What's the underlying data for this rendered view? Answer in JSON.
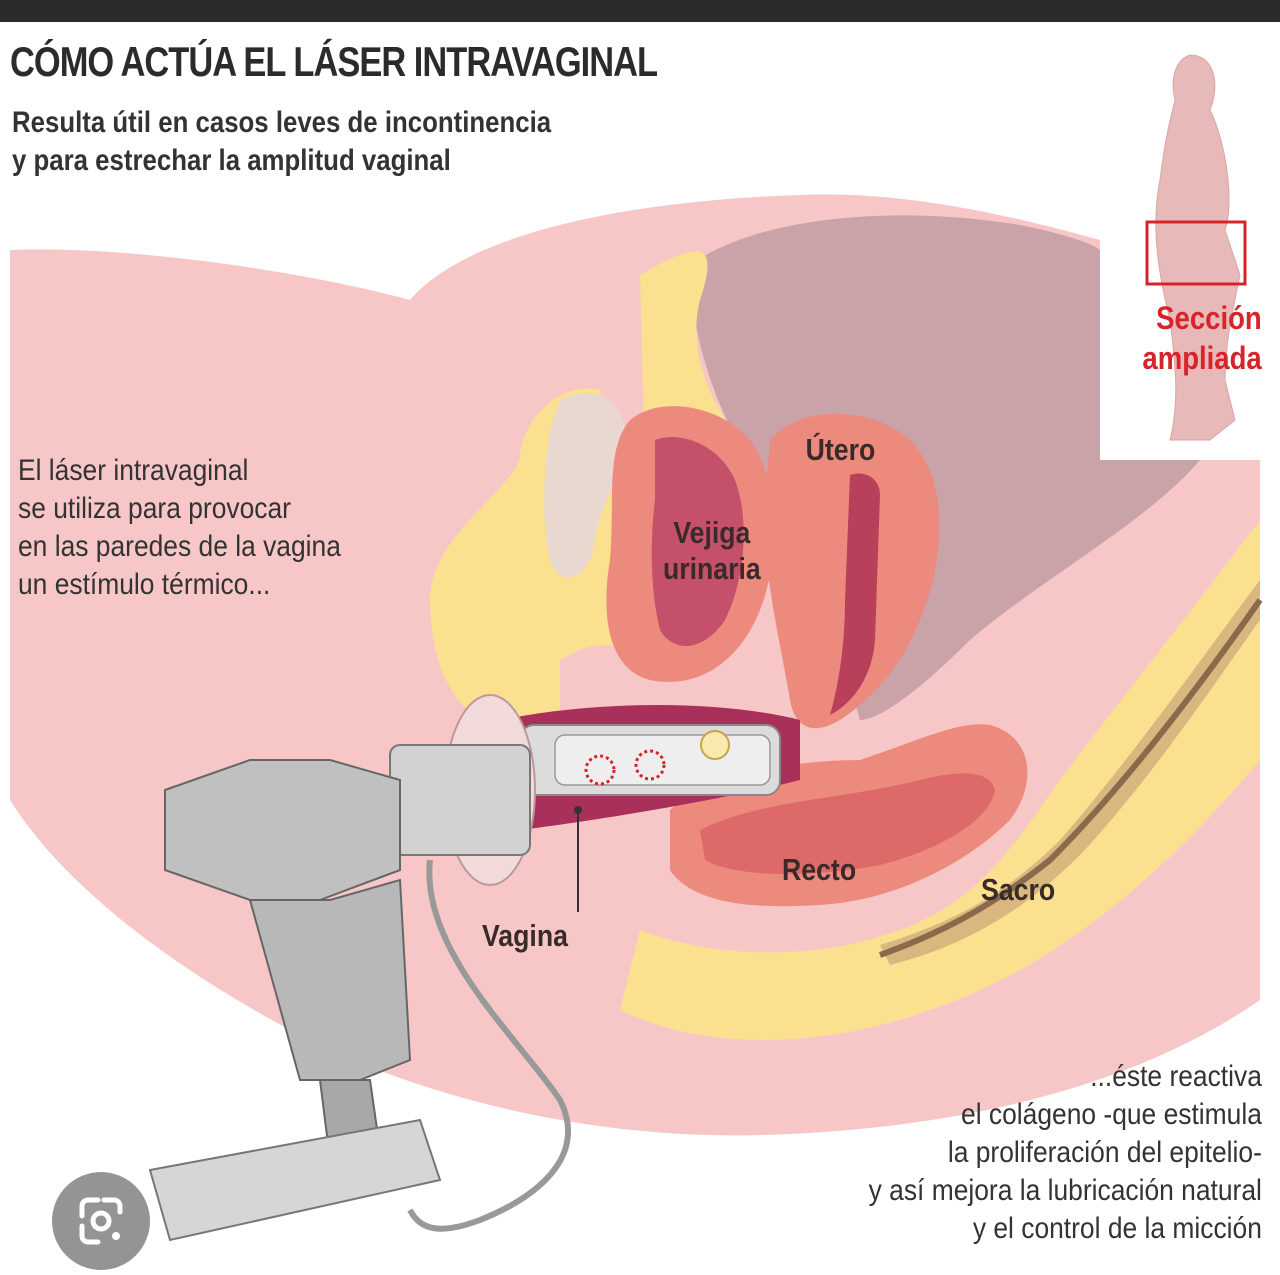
{
  "header": {
    "title": "CÓMO ACTÚA EL LÁSER INTRAVAGINAL",
    "subtitle": [
      "Resulta útil en casos leves de incontinencia",
      "y para estrechar la amplitud vaginal"
    ]
  },
  "inset": {
    "label": [
      "Sección",
      "ampliada"
    ]
  },
  "left_text": [
    "El láser intravaginal",
    "se utiliza para provocar",
    "en las paredes de la vagina",
    "un estímulo térmico..."
  ],
  "right_text": [
    "...éste reactiva",
    "el colágeno -que estimula",
    "la proliferación del epitelio-",
    "y así mejora la lubricación natural",
    "y el control de la micción"
  ],
  "labels": {
    "utero": "Útero",
    "vejiga": [
      "Vejiga",
      "urinaria"
    ],
    "recto": "Recto",
    "sacro": "Sacro",
    "vagina": "Vagina"
  },
  "colors": {
    "skin": "#f7c7c7",
    "fat": "#fbe08f",
    "organ": "#ec8a7e",
    "organ_dark": "#b8405a",
    "cavity": "#c9a3a8",
    "accent": "#d8232a",
    "device": "#c8c8c8"
  },
  "icons": [
    "google-lens-icon"
  ]
}
